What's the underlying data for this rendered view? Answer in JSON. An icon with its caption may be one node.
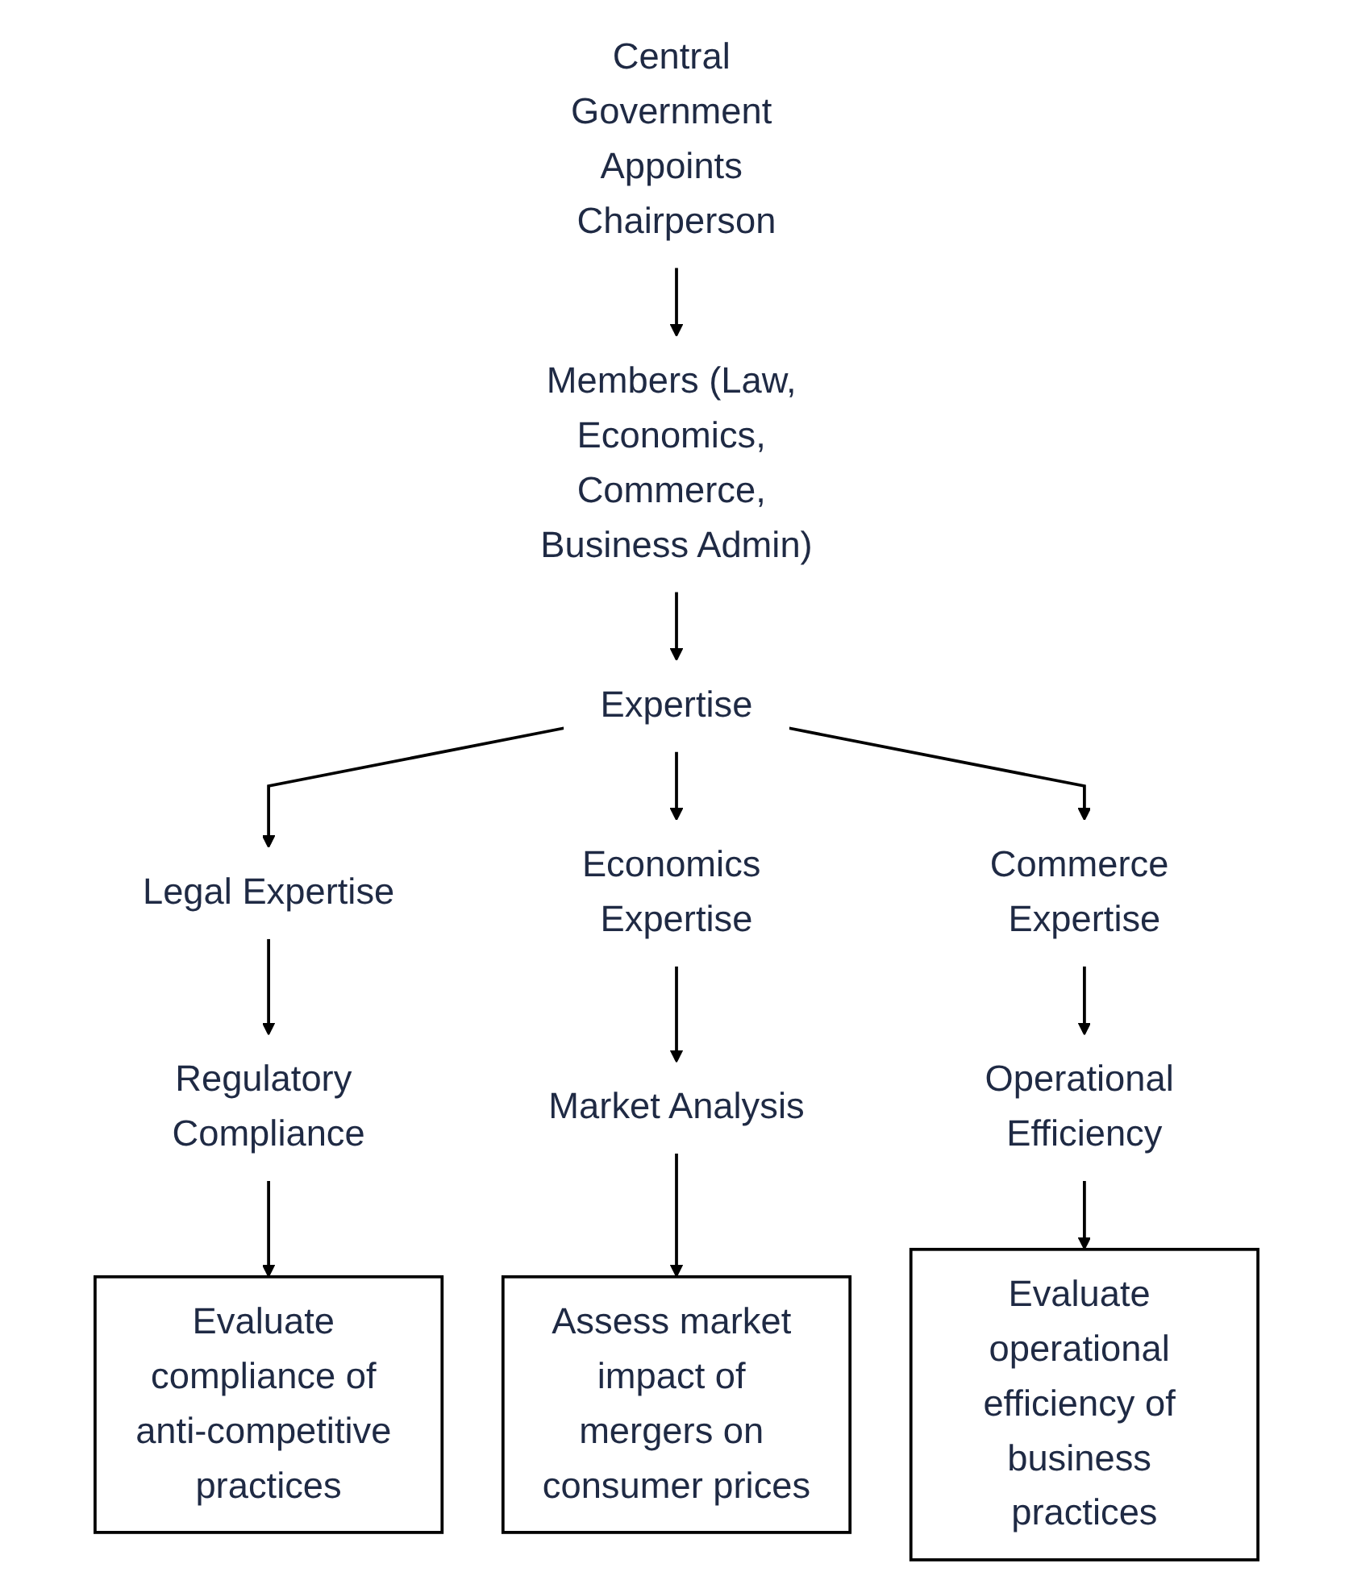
{
  "diagram": {
    "nodes": [
      {
        "text": [
          "Central Government Appoints Chairperson"
        ]
      },
      {
        "text": [
          "Members (Law, Economics, Commerce, Business Admin)"
        ]
      },
      {
        "text": [
          "Expertise"
        ]
      },
      {
        "text": [
          "Legal Expertise"
        ]
      },
      {
        "text": [
          "Economics Expertise"
        ]
      },
      {
        "text": [
          "Commerce Expertise"
        ]
      },
      {
        "text": [
          "Regulatory Compliance"
        ]
      },
      {
        "text": [
          "Market Analysis"
        ]
      },
      {
        "text": [
          "Operational Efficiency"
        ]
      },
      {
        "text": [
          "Evaluate compliance of anti-competitive practices"
        ]
      },
      {
        "text": [
          "Assess market impact of mergers on consumer prices"
        ]
      },
      {
        "text": [
          "Evaluate operational efficiency of business practices"
        ]
      }
    ],
    "edges": [
      {
        "from": 0,
        "to": 1,
        "arrow": "to"
      },
      {
        "from": 1,
        "to": 2,
        "arrow": "to"
      },
      {
        "from": 2,
        "to": 3,
        "arrow": "to"
      },
      {
        "from": 2,
        "to": 4,
        "arrow": "to"
      },
      {
        "from": 2,
        "to": 5,
        "arrow": "to"
      },
      {
        "from": 3,
        "to": 6,
        "arrow": "to"
      },
      {
        "from": 4,
        "to": 7,
        "arrow": "to"
      },
      {
        "from": 5,
        "to": 8,
        "arrow": "to"
      },
      {
        "from": 6,
        "to": 9,
        "arrow": "to"
      },
      {
        "from": 7,
        "to": 10,
        "arrow": "to"
      },
      {
        "from": 8,
        "to": 11,
        "arrow": "to"
      }
    ]
  }
}
